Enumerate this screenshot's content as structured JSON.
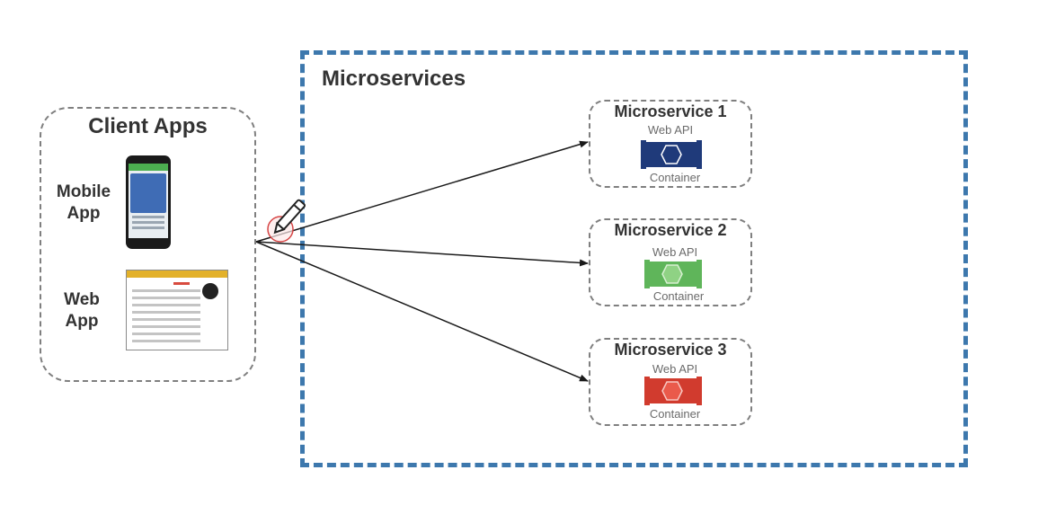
{
  "microservices": {
    "title": "Microservices",
    "border_color": "#3d78ad",
    "services": [
      {
        "title": "Microservice 1",
        "api_label": "Web API",
        "container_label": "Container",
        "color": "#1f3a7a"
      },
      {
        "title": "Microservice 2",
        "api_label": "Web API",
        "container_label": "Container",
        "color": "#5fb55a"
      },
      {
        "title": "Microservice 3",
        "api_label": "Web API",
        "container_label": "Container",
        "color": "#d13b2e"
      }
    ]
  },
  "client_apps": {
    "title": "Client Apps",
    "mobile_label": "Mobile App",
    "web_label": "Web App"
  },
  "annotation": {
    "icon": "pencil-icon",
    "circle_color": "#d64545"
  }
}
